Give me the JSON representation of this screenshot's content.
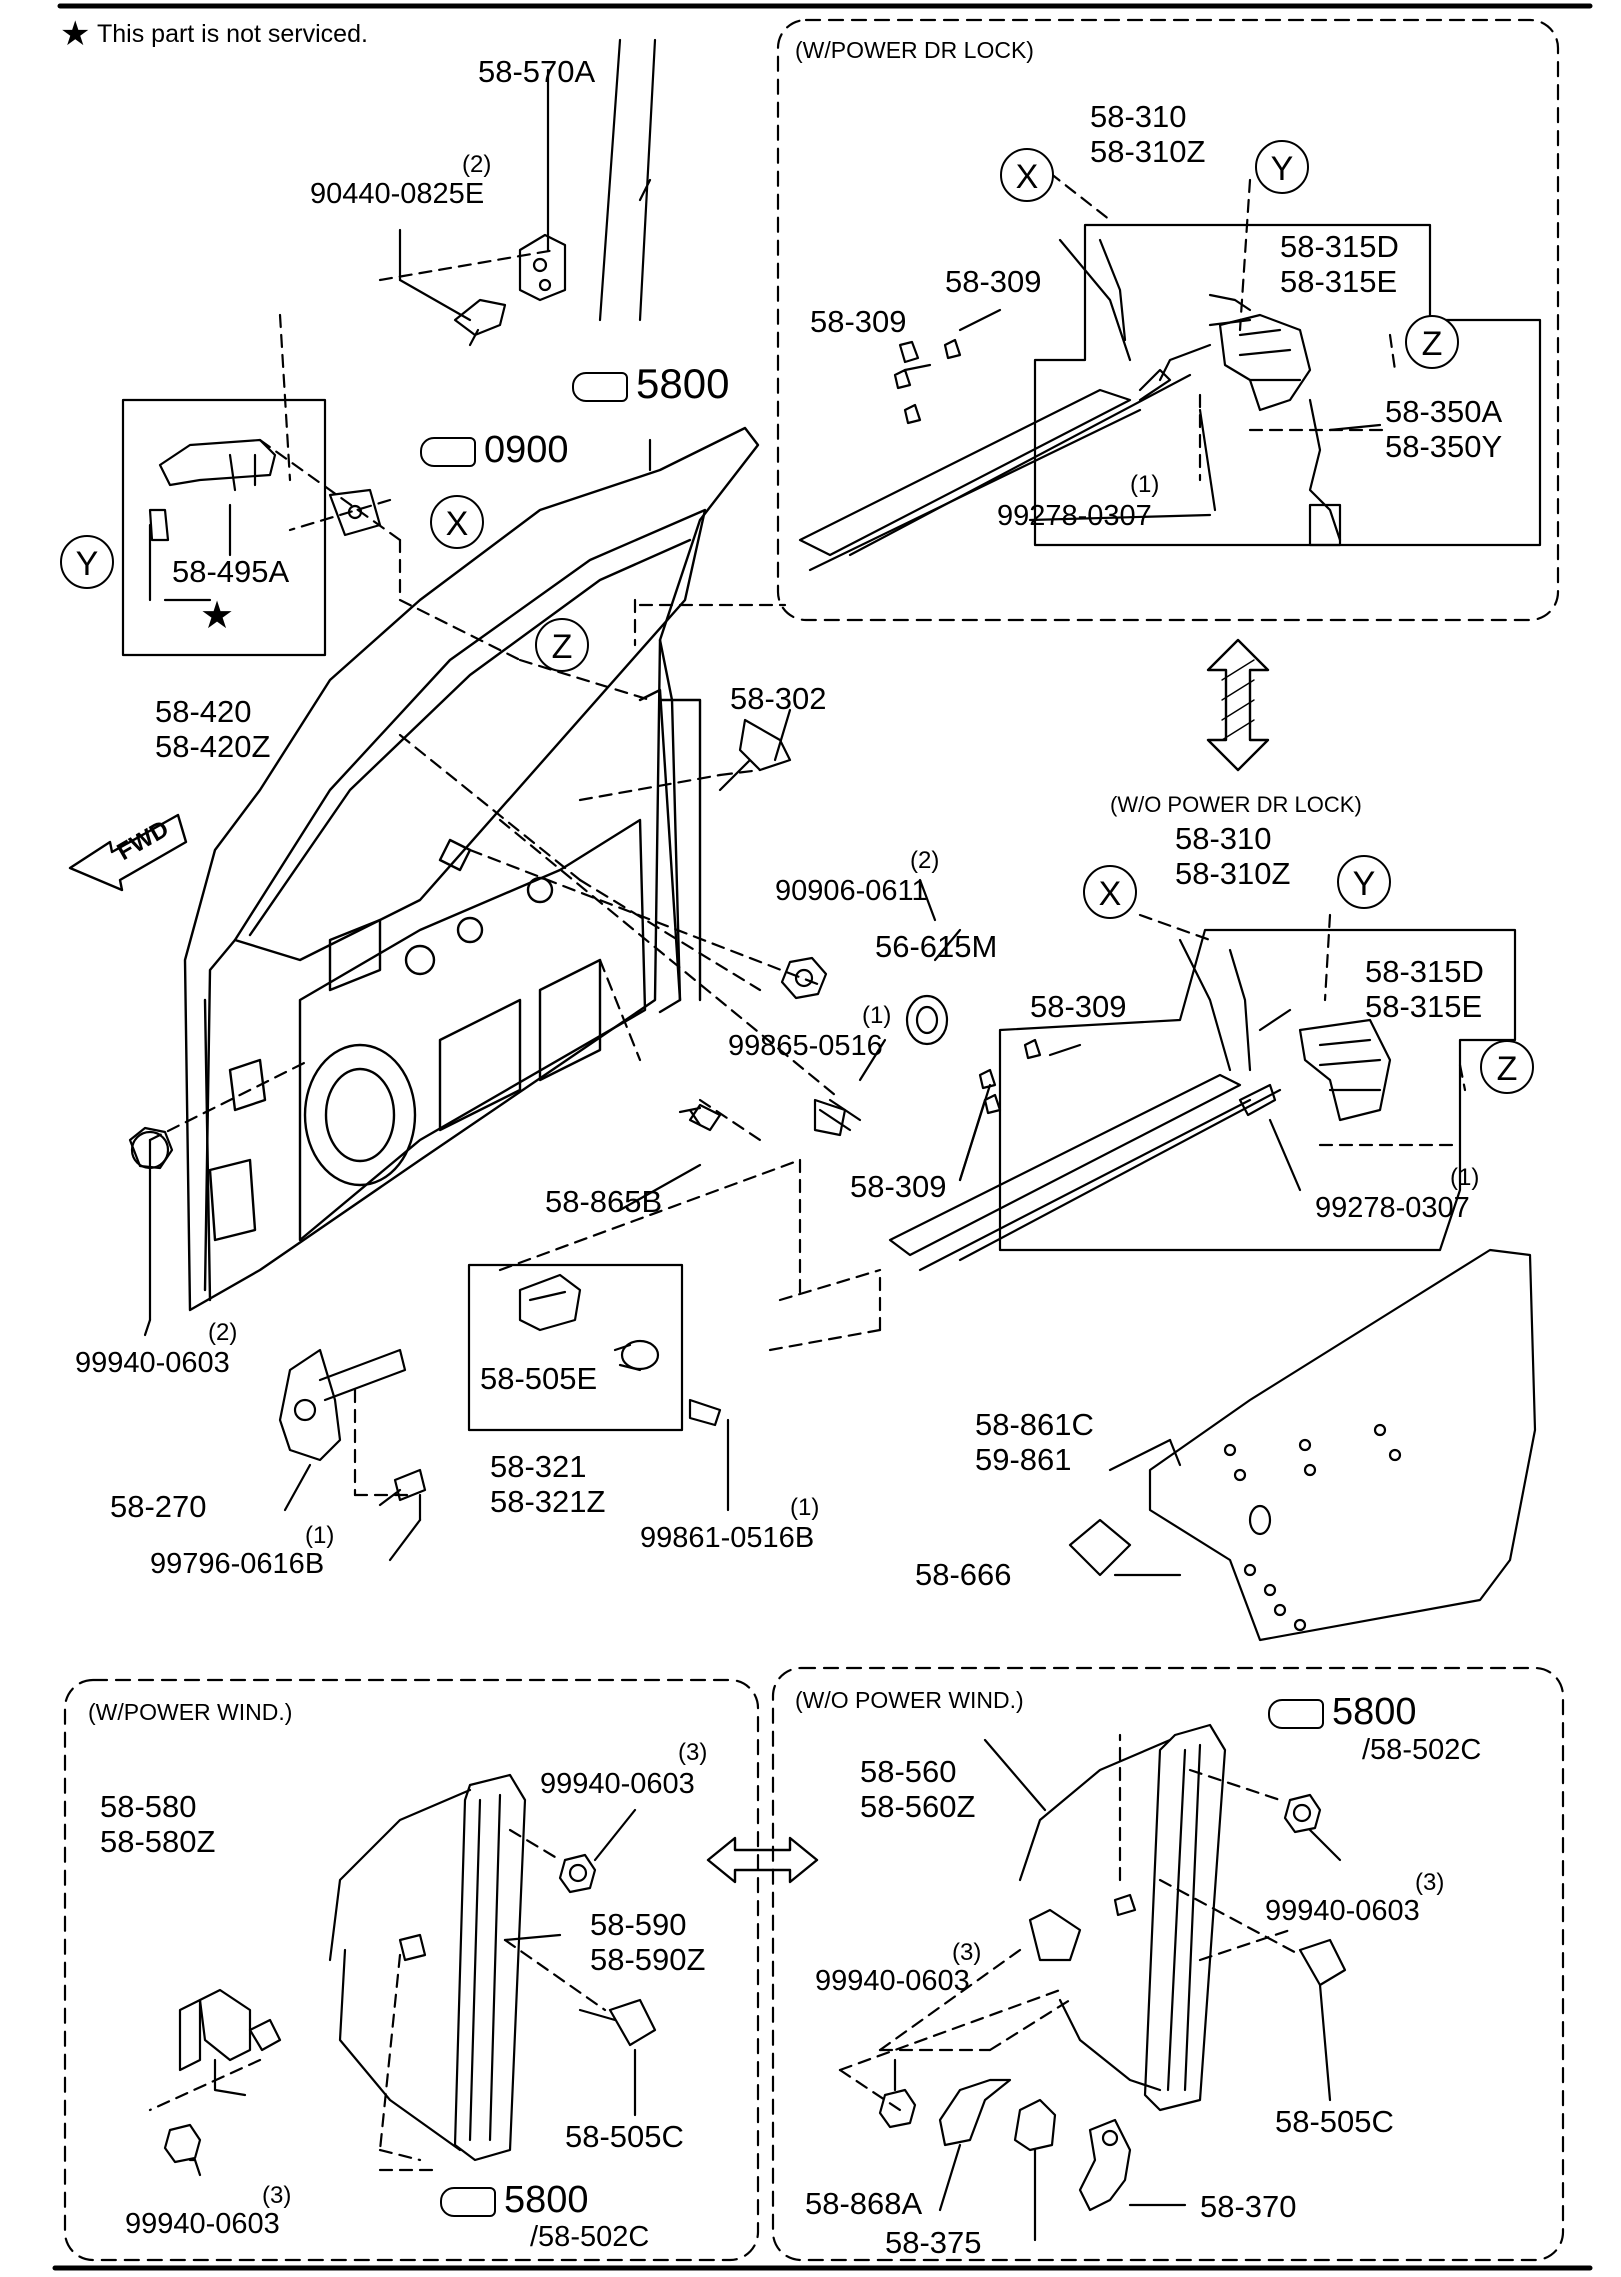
{
  "note": {
    "star": "★",
    "text": "This part is not serviced."
  },
  "sections": {
    "w_power_dr_lock": "(W/POWER DR LOCK)",
    "wo_power_dr_lock": "(W/O POWER DR LOCK)",
    "w_power_wind": "(W/POWER WIND.)",
    "wo_power_wind": "(W/O POWER WIND.)"
  },
  "fwd": "FWD",
  "star_mark": "★",
  "circles": {
    "x": "X",
    "y": "Y",
    "z": "Z"
  },
  "refs": {
    "r5800": "5800",
    "r0900": "0900",
    "r502c": "/58-502C"
  },
  "labels": {
    "p58_570A": "58-570A",
    "q1": "(2)",
    "p90440": "90440-0825E",
    "p58_495A": "58-495A",
    "p58_420": "58-420",
    "p58_420Z": "58-420Z",
    "p58_302": "58-302",
    "q2": "(2)",
    "p90906": "90906-0611",
    "p56_615M": "56-615M",
    "q3": "(1)",
    "p99865": "99865-0516",
    "p58_865B": "58-865B",
    "q4": "(2)",
    "p99940_a": "99940-0603",
    "p58_505E": "58-505E",
    "p58_321": "58-321",
    "p58_321Z": "58-321Z",
    "q5": "(1)",
    "p99861": "99861-0516B",
    "p58_270": "58-270",
    "q6": "(1)",
    "p99796": "99796-0616B",
    "p58_861C": "58-861C",
    "p59_861": "59-861",
    "p58_666": "58-666",
    "t_58_310": "58-310",
    "t_58_310Z": "58-310Z",
    "t_58_309a": "58-309",
    "t_58_309b": "58-309",
    "t_58_315D": "58-315D",
    "t_58_315E": "58-315E",
    "t_58_350A": "58-350A",
    "t_58_350Y": "58-350Y",
    "t_q": "(1)",
    "t_99278": "99278-0307",
    "m_58_310": "58-310",
    "m_58_310Z": "58-310Z",
    "m_58_309a": "58-309",
    "m_58_309b": "58-309",
    "m_58_315D": "58-315D",
    "m_58_315E": "58-315E",
    "m_q": "(1)",
    "m_99278": "99278-0307",
    "w_58_580": "58-580",
    "w_58_580Z": "58-580Z",
    "w_q1": "(3)",
    "w_99940a": "99940-0603",
    "w_58_590": "58-590",
    "w_58_590Z": "58-590Z",
    "w_58_505C": "58-505C",
    "w_q2": "(3)",
    "w_99940b": "99940-0603",
    "o_58_560": "58-560",
    "o_58_560Z": "58-560Z",
    "o_q1": "(3)",
    "o_99940a": "99940-0603",
    "o_q2": "(3)",
    "o_99940b": "99940-0603",
    "o_58_505C": "58-505C",
    "o_58_868A": "58-868A",
    "o_58_375": "58-375",
    "o_58_370": "58-370"
  }
}
